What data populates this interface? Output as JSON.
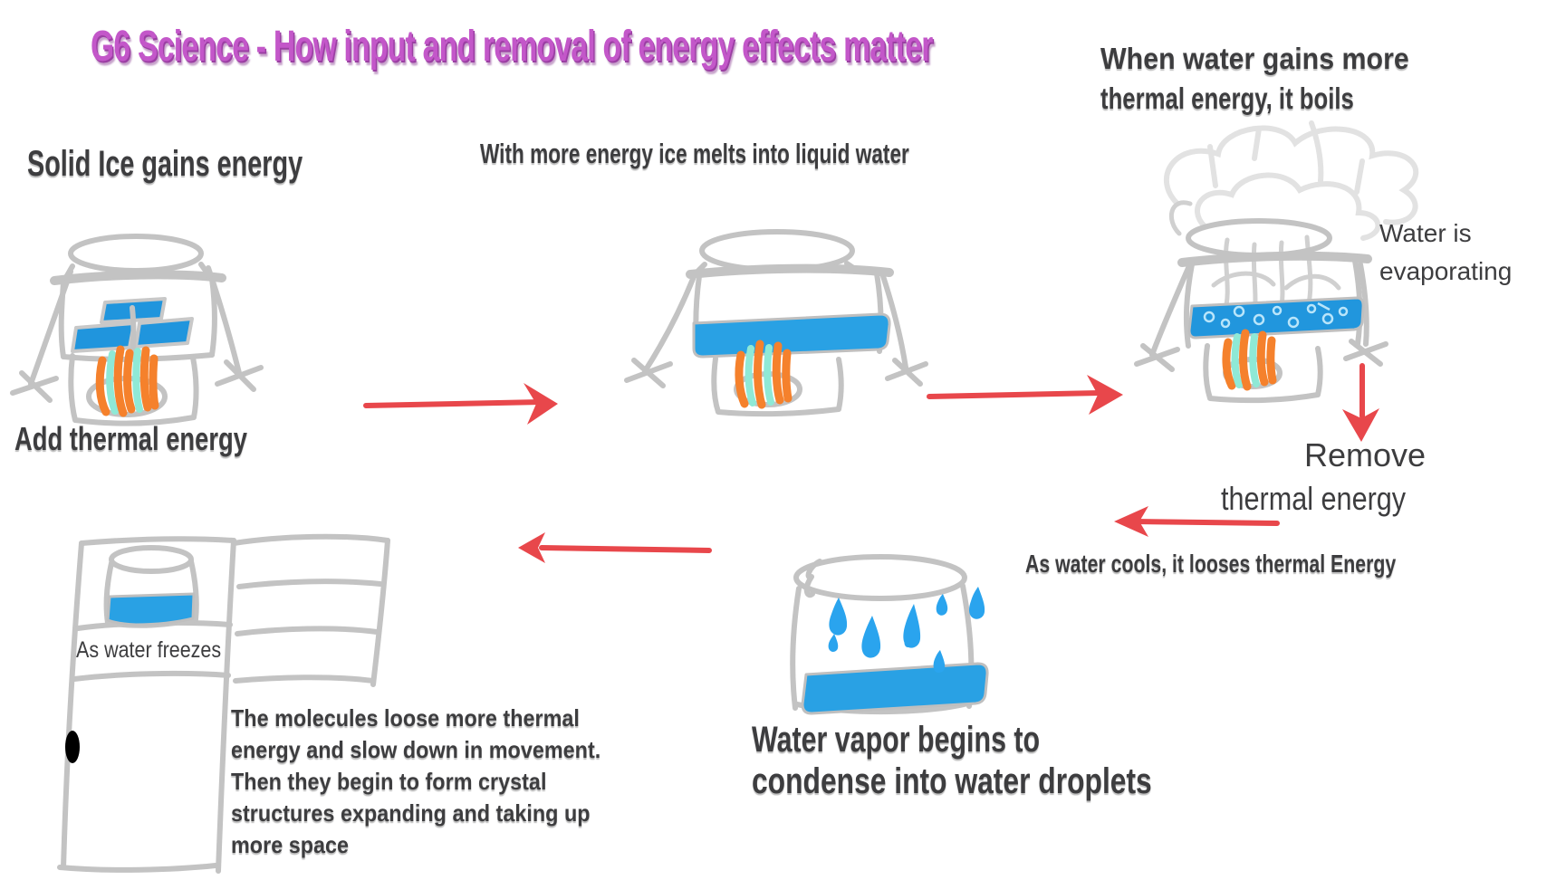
{
  "title": "G6 Science - How input and removal of energy effects matter",
  "colors": {
    "title_purple": "#c357c9",
    "title_shadow_purple": "#9b3fa3",
    "text_dark": "#3d3d3f",
    "arrow_red": "#e8474b",
    "water_blue": "#29a1e4",
    "ice_blue": "#2095dd",
    "droplet_blue": "#2aa4ee",
    "flame_orange": "#f5812c",
    "flame_aqua": "#8fe9d6",
    "sketch_gray": "#c3c3c3",
    "steam_gray": "#e2e2e2"
  },
  "stage_solid": {
    "heading": "Solid Ice gains energy",
    "label": "Add thermal energy"
  },
  "stage_melt": {
    "heading": "With more energy ice melts into liquid water"
  },
  "stage_boil": {
    "heading_line1": "When water gains more",
    "heading_line2": "thermal energy, it boils",
    "note_line1": "Water is",
    "note_line2": "evaporating"
  },
  "stage_cool": {
    "label_line1": "Remove",
    "label_line2": "thermal energy",
    "caption": "As water cools, it looses thermal Energy"
  },
  "stage_condense": {
    "caption_line1": "Water vapor begins to",
    "caption_line2": "condense into water droplets"
  },
  "stage_freeze": {
    "label": "As water freezes",
    "paragraph_lines": [
      "The molecules loose more thermal",
      "energy and slow down in movement.",
      "Then they begin to form crystal",
      "structures expanding and taking up",
      "more space"
    ]
  }
}
